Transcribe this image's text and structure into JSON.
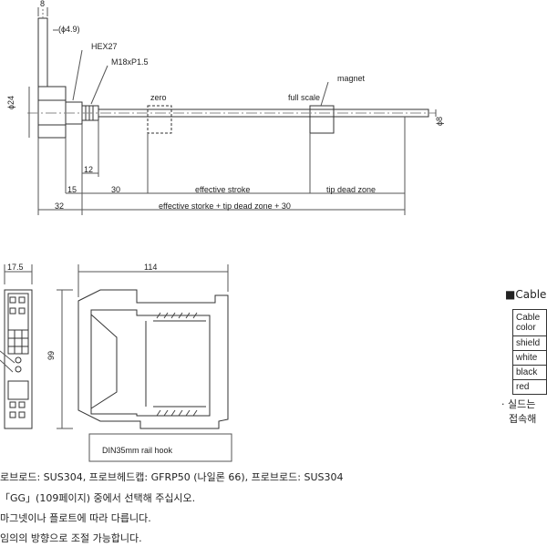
{
  "top": {
    "dims": {
      "d8": "8",
      "phi49": "(ϕ4.9)",
      "hex": "HEX27",
      "thread": "M18xP1.5",
      "zero": "zero",
      "full_scale": "full scale",
      "magnet": "magnet",
      "phi24": "ϕ24",
      "phi8": "ϕ8",
      "d12": "12",
      "d15": "15",
      "d30": "30",
      "d32": "32",
      "effective_stroke": "effective stroke",
      "tip_dead_zone": "tip dead zone",
      "total": "effective storke + tip dead zone + 30"
    }
  },
  "bottom": {
    "dims": {
      "d175": "17.5",
      "d114": "114",
      "d99": "99",
      "rail": "DIN35mm rail hook"
    }
  },
  "cable": {
    "title": "Cable",
    "header": "Cable color",
    "rows": [
      "shield",
      "white",
      "black",
      "red"
    ]
  },
  "side_note": {
    "line1": "· 실드는",
    "line2": "접속해"
  },
  "notes": [
    "로브로드: SUS304, 프로브헤드캡: GFRP50 (나일론 66), 프로브로드: SUS304",
    "「GG」(109페이지) 중에서 선택해 주십시오.",
    "마그넷이나 플로트에 따라 다릅니다.",
    "임의의 방향으로 조절 가능합니다."
  ],
  "colors": {
    "line": "#333333",
    "dim": "#555555",
    "hatch": "#444444"
  }
}
